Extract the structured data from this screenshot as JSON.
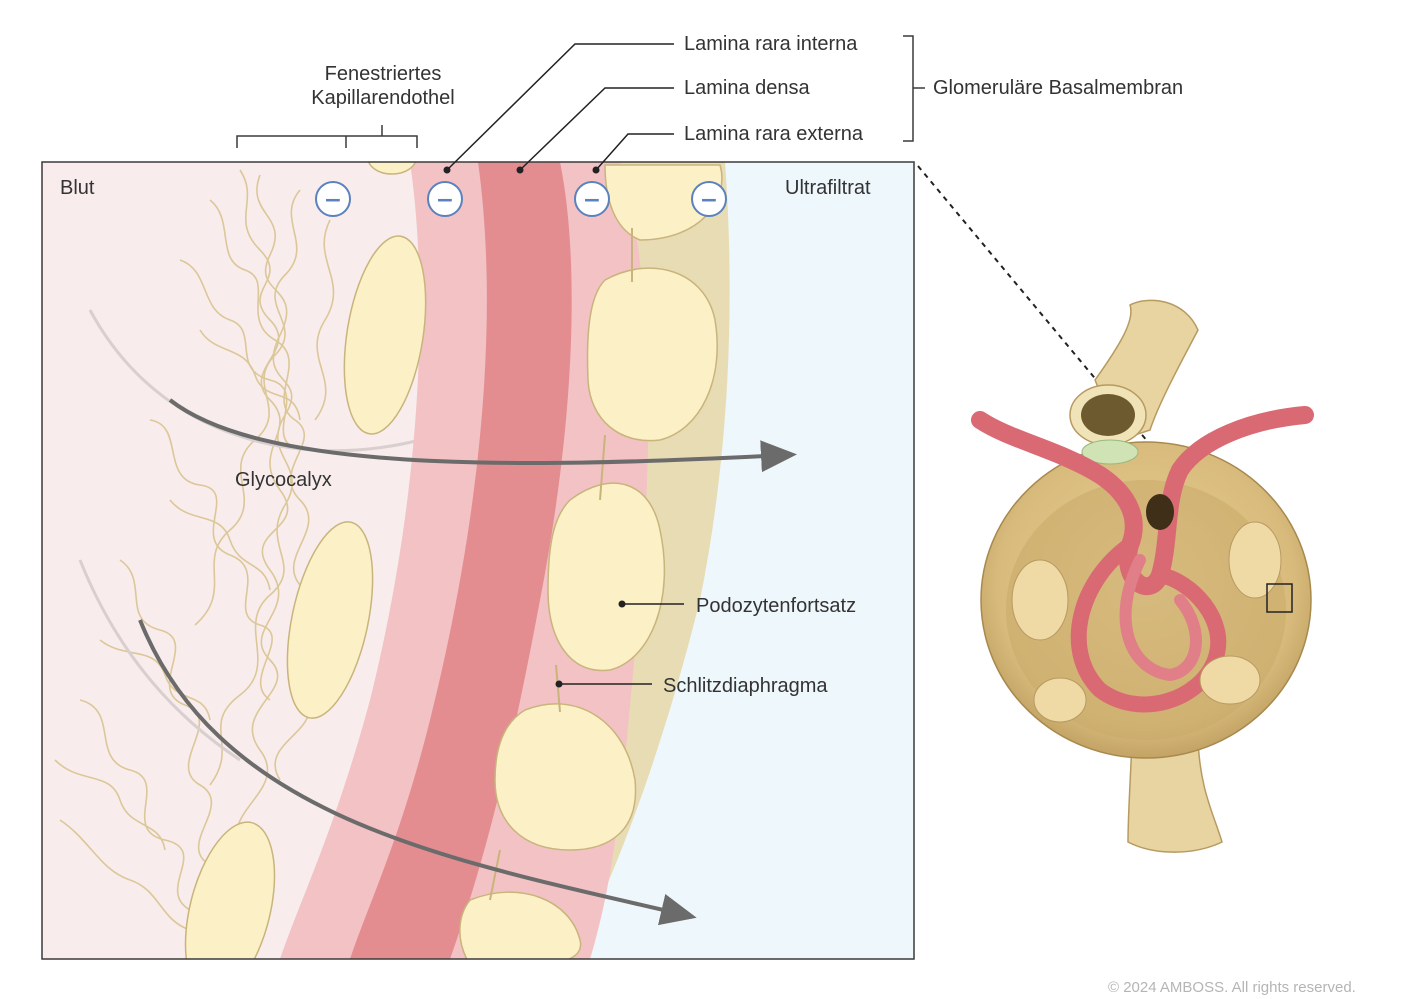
{
  "labels": {
    "fenestrated_endothelium": [
      "Fenestriertes",
      "Kapillarendothel"
    ],
    "lamina_rara_interna": "Lamina rara interna",
    "lamina_densa": "Lamina densa",
    "lamina_rara_externa": "Lamina rara externa",
    "gbm": "Glomeruläre Basalmembran",
    "blood": "Blut",
    "ultrafiltrate": "Ultrafiltrat",
    "glycocalyx": "Glycocalyx",
    "podocyte_process": "Podozytenfortsatz",
    "slit_diaphragm": "Schlitzdiaphragma",
    "copyright": "© 2024 AMBOSS. All rights reserved."
  },
  "charges": [
    "−",
    "−",
    "−",
    "−"
  ],
  "colors": {
    "blood_bg": "#f8ecec",
    "filtrate_bg": "#eef7fb",
    "lamina_densa": "#e38d90",
    "lamina_rara": "#f2c2c4",
    "endothelium_podocyte": "#fbf0c6",
    "glycocalyx_fibers": "#d8c490",
    "charge_blue": "#5b82bd"
  },
  "icons": [
    "negative-charge-icon",
    "filtration-arrow",
    "glomerulus-illustration"
  ]
}
